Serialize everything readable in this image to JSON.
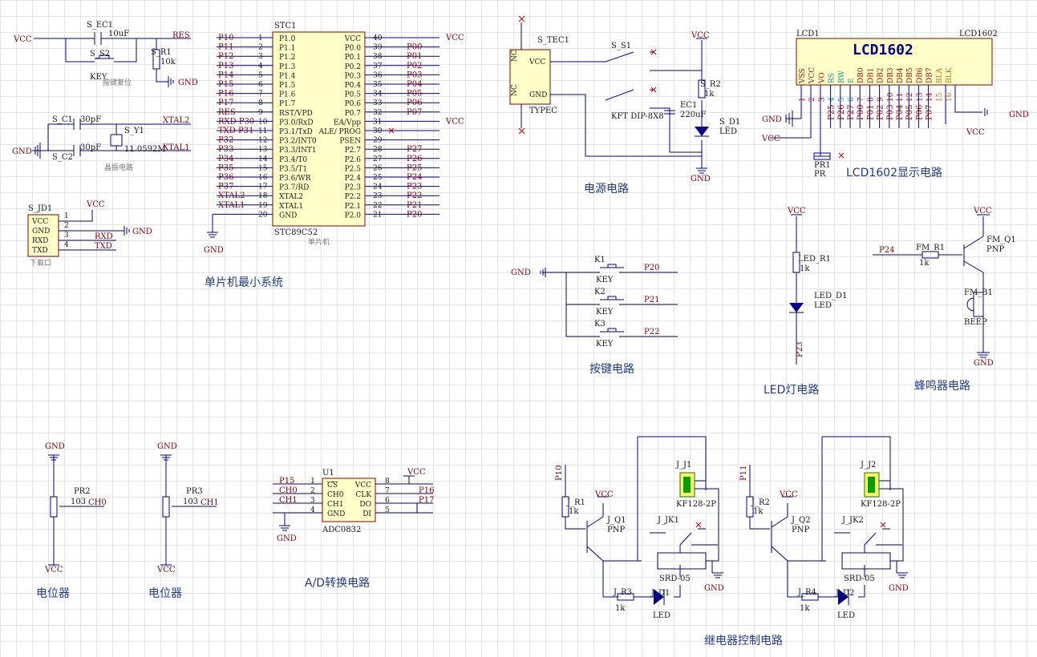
{
  "titles": {
    "mcu_min": "单片机最小系统",
    "power": "电源电路",
    "lcd": "LCD1602显示电路",
    "keys": "按键电路",
    "led": "LED灯电路",
    "buzzer": "蜂鸣器电路",
    "pot1": "电位器",
    "pot2": "电位器",
    "adc": "A/D转换电路",
    "relay": "继电器控制电路"
  },
  "nets": {
    "vcc": "VCC",
    "gnd": "GND",
    "res": "RES",
    "xtal1": "XTAL1",
    "xtal2": "XTAL2",
    "rxd": "RXD",
    "txd": "TXD"
  },
  "reset": {
    "cap_ref": "S_EC1",
    "cap_val": "10uF",
    "key_ref": "S_S2",
    "key_val": "KEY",
    "note": "按键复位",
    "r_ref": "S_R1",
    "r_val": "10k"
  },
  "crystal": {
    "c1_ref": "S_C1",
    "c1_val": "30pF",
    "c2_ref": "S_C2",
    "c2_val": "30pF",
    "y_ref": "S_Y1",
    "y_val": "11.0592M",
    "note": "晶振电路"
  },
  "download": {
    "ref": "S_JD1",
    "pins": [
      "VCC",
      "GND",
      "RXD",
      "TXD"
    ],
    "nums": [
      "1",
      "2",
      "3",
      "4"
    ],
    "note": "下载口"
  },
  "mcu": {
    "ref": "STC1",
    "part": "STC89C52",
    "note": "单片机",
    "left": [
      {
        "num": "1",
        "name": "P1.0",
        "net": "P10"
      },
      {
        "num": "2",
        "name": "P1.1",
        "net": "P11"
      },
      {
        "num": "3",
        "name": "P1.2",
        "net": "P12"
      },
      {
        "num": "4",
        "name": "P1.3",
        "net": "P13"
      },
      {
        "num": "5",
        "name": "P1.4",
        "net": "P14"
      },
      {
        "num": "6",
        "name": "P1.5",
        "net": "P15"
      },
      {
        "num": "7",
        "name": "P1.6",
        "net": "P16"
      },
      {
        "num": "8",
        "name": "P1.7",
        "net": "P17"
      },
      {
        "num": "9",
        "name": "RST/VPD",
        "net": "RES"
      },
      {
        "num": "10",
        "name": "P3.0/RxD",
        "net": "RXD P30"
      },
      {
        "num": "11",
        "name": "P3.1/TxD",
        "net": "TXD P31"
      },
      {
        "num": "12",
        "name": "P3.2/INT0",
        "net": "P32"
      },
      {
        "num": "13",
        "name": "P3.3/INT1",
        "net": "P33"
      },
      {
        "num": "14",
        "name": "P3.4/T0",
        "net": "P34"
      },
      {
        "num": "15",
        "name": "P3.5/T1",
        "net": "P35"
      },
      {
        "num": "16",
        "name": "P3.6/WR",
        "net": "P36"
      },
      {
        "num": "17",
        "name": "P3.7/RD",
        "net": "P37"
      },
      {
        "num": "18",
        "name": "XTAL2",
        "net": "XTAL2"
      },
      {
        "num": "19",
        "name": "XTAL1",
        "net": "XTAL1"
      },
      {
        "num": "20",
        "name": "GND",
        "net": ""
      }
    ],
    "right": [
      {
        "num": "40",
        "name": "VCC",
        "net": "VCC"
      },
      {
        "num": "39",
        "name": "P0.0",
        "net": "P00"
      },
      {
        "num": "38",
        "name": "P0.1",
        "net": "P01"
      },
      {
        "num": "37",
        "name": "P0.2",
        "net": "P02"
      },
      {
        "num": "36",
        "name": "P0.3",
        "net": "P03"
      },
      {
        "num": "35",
        "name": "P0.4",
        "net": "P04"
      },
      {
        "num": "34",
        "name": "P0.5",
        "net": "P05"
      },
      {
        "num": "33",
        "name": "P0.6",
        "net": "P06"
      },
      {
        "num": "32",
        "name": "P0.7",
        "net": "P07"
      },
      {
        "num": "31",
        "name": "EA/Vpp",
        "net": "VCC"
      },
      {
        "num": "30",
        "name": "ALE/ PROG",
        "net": ""
      },
      {
        "num": "29",
        "name": "PSEN",
        "net": ""
      },
      {
        "num": "28",
        "name": "P2.7",
        "net": "P27"
      },
      {
        "num": "27",
        "name": "P2.6",
        "net": "P26"
      },
      {
        "num": "26",
        "name": "P2.5",
        "net": "P25"
      },
      {
        "num": "25",
        "name": "P2.4",
        "net": "P24"
      },
      {
        "num": "24",
        "name": "P2.3",
        "net": "P23"
      },
      {
        "num": "23",
        "name": "P2.2",
        "net": "P22"
      },
      {
        "num": "22",
        "name": "P2.1",
        "net": "P21"
      },
      {
        "num": "21",
        "name": "P2.0",
        "net": "P20"
      }
    ]
  },
  "power": {
    "usb_ref": "S_TEC1",
    "usb_part": "TYPEC",
    "usb_nc": "NC",
    "usb_vcc": "VCC",
    "usb_gnd": "GND",
    "sw_ref": "S_S1",
    "sw_part": "KFT DIP-8X8",
    "r_ref": "S_R2",
    "r_val": "1k",
    "cap_ref": "EC1",
    "cap_val": "220uF",
    "led_ref": "S_D1",
    "led_val": "LED"
  },
  "lcd": {
    "ref": "LCD1",
    "ref2": "LCD1602",
    "part": "LCD1602",
    "pins": [
      "VSS",
      "VCC",
      "VO",
      "RS",
      "RW",
      "E",
      "DB0",
      "DB1",
      "DB2",
      "DB3",
      "DB4",
      "DB5",
      "DB6",
      "DB7",
      "BLA",
      "BLK"
    ],
    "nums": [
      "1",
      "2",
      "3",
      "4",
      "5",
      "6",
      "7",
      "8",
      "9",
      "10",
      "11",
      "12",
      "13",
      "14",
      "15",
      "16"
    ],
    "nets": [
      "P25",
      "P26",
      "P27",
      "P00",
      "P01",
      "P02",
      "P03",
      "P04",
      "P05",
      "P06",
      "P07"
    ],
    "pot_ref": "PR1",
    "pot_val": "PR"
  },
  "keys": [
    {
      "ref": "K1",
      "val": "KEY",
      "net": "P20"
    },
    {
      "ref": "K2",
      "val": "KEY",
      "net": "P21"
    },
    {
      "ref": "K3",
      "val": "KEY",
      "net": "P22"
    }
  ],
  "led": {
    "r_ref": "LED_R1",
    "r_val": "1k",
    "d_ref": "LED_D1",
    "d_val": "LED",
    "net": "P23"
  },
  "buzzer": {
    "net": "P24",
    "r_ref": "FM_R1",
    "r_val": "1k",
    "q_ref": "FM_Q1",
    "q_val": "PNP",
    "b_ref": "FM_B1",
    "b_val": "BEEP"
  },
  "pots": [
    {
      "ref": "PR2",
      "val": "103",
      "net": "CH0"
    },
    {
      "ref": "PR3",
      "val": "103",
      "net": "CH1"
    }
  ],
  "adc": {
    "ref": "U1",
    "part": "ADC0832",
    "left": [
      {
        "num": "1",
        "name": "CS",
        "net": "P15"
      },
      {
        "num": "2",
        "name": "CH0",
        "net": "CH0"
      },
      {
        "num": "3",
        "name": "CH1",
        "net": "CH1"
      },
      {
        "num": "4",
        "name": "GND",
        "net": ""
      }
    ],
    "right": [
      {
        "num": "8",
        "name": "VCC",
        "net": "VCC"
      },
      {
        "num": "7",
        "name": "CLK",
        "net": "P16"
      },
      {
        "num": "6",
        "name": "DO",
        "net": "P17"
      },
      {
        "num": "5",
        "name": "DI",
        "net": ""
      }
    ]
  },
  "relays": [
    {
      "net": "P10",
      "r1_ref": "J_R1",
      "r1_val": "1k",
      "q_ref": "J_Q1",
      "q_val": "PNP",
      "j_ref": "J_J1",
      "j_part": "KF128-2P",
      "k_ref": "J_JK1",
      "k_part": "SRD-05",
      "r2_ref": "J_R3",
      "r2_val": "1k",
      "d_ref": "J_D1",
      "d_val": "LED"
    },
    {
      "net": "P11",
      "r1_ref": "J_R2",
      "r1_val": "1k",
      "q_ref": "J_Q2",
      "q_val": "PNP",
      "j_ref": "J_J2",
      "j_part": "KF128-2P",
      "k_ref": "J_JK2",
      "k_part": "SRD-05",
      "r2_ref": "J_R4",
      "r2_val": "1k",
      "d_ref": "J_D2",
      "d_val": "LED"
    }
  ]
}
